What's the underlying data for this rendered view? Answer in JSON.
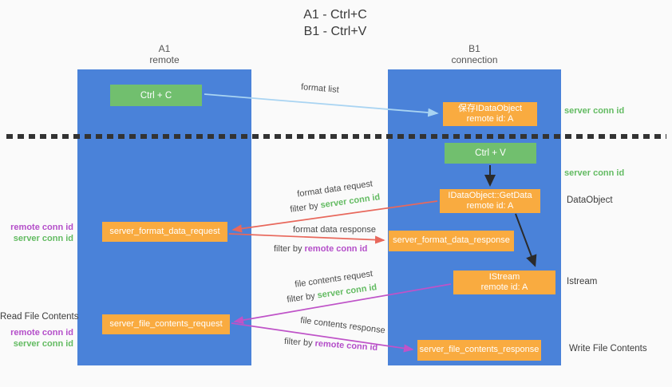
{
  "title": {
    "line1": "A1 - Ctrl+C",
    "line2": "B1 - Ctrl+V"
  },
  "columns": {
    "left": {
      "name": "A1",
      "subtitle": "remote"
    },
    "right": {
      "name": "B1",
      "subtitle": "connection"
    }
  },
  "boxes": {
    "ctrl_c": {
      "label": "Ctrl + C"
    },
    "save_idataobject": {
      "line1": "保存IDataObject",
      "line2": "remote id: A"
    },
    "ctrl_v": {
      "label": "Ctrl + V"
    },
    "getdata": {
      "line1": "IDataObject::GetData",
      "line2": "remote id: A"
    },
    "format_request": {
      "label": "server_format_data_request"
    },
    "format_response": {
      "label": "server_format_data_response"
    },
    "istream": {
      "line1": "IStream",
      "line2": "remote id: A"
    },
    "file_request": {
      "label": "server_file_contents_request"
    },
    "file_response": {
      "label": "server_file_contents_response"
    }
  },
  "side_labels": {
    "server_conn_id_top": "server conn id",
    "server_conn_id_mid": "server conn id",
    "dataobject": "DataObject",
    "remote_conn_id_left1": "remote conn id",
    "server_conn_id_left1": "server conn id",
    "istream": "Istream",
    "read_file_contents": "Read File Contents",
    "remote_conn_id_left2": "remote conn id",
    "server_conn_id_left2": "server conn id",
    "write_file_contents": "Write File Contents"
  },
  "arrow_labels": {
    "format_list": "format list",
    "format_data_request": "format data request",
    "filter_by_1": "filter by ",
    "filter_value_1": "server conn id",
    "format_data_response": "format data response",
    "filter_by_2": "filter by ",
    "filter_value_2": "remote conn id",
    "file_contents_request": "file contents request",
    "filter_by_3": "filter by ",
    "filter_value_3": "server conn id",
    "file_contents_response": "file contents response",
    "filter_by_4": "filter by ",
    "filter_value_4": "remote conn id"
  },
  "colors": {
    "column_blue": "#4a82d9",
    "box_orange": "#f9ab40",
    "box_green": "#71bf6e",
    "label_green": "#63bb62",
    "label_purple": "#b44ec9",
    "arrow_red": "#e8685c",
    "arrow_purple": "#bf53c8",
    "arrow_lightblue": "#a9d4f2",
    "arrow_black": "#2b2b2b"
  }
}
